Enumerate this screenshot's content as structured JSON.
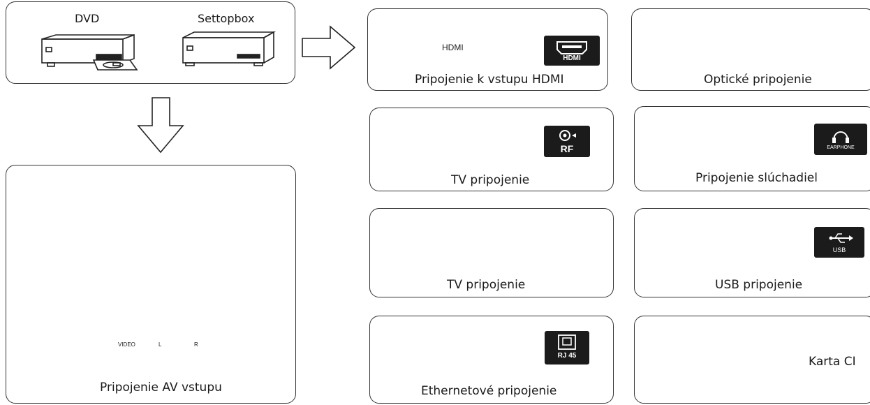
{
  "source_devices": {
    "dvd_label": "DVD",
    "settopbox_label": "Settopbox"
  },
  "panels": {
    "hdmi": {
      "caption": "Pripojenie k vstupu HDMI",
      "cable_text": "HDMI",
      "badge_text": "HDMI"
    },
    "optical": {
      "caption": "Optické pripojenie"
    },
    "tv_rf": {
      "caption": "TV pripojenie",
      "badge_text": "RF"
    },
    "headphones": {
      "caption": "Pripojenie slúchadiel",
      "badge_text": "EARPHONE"
    },
    "tv_antenna": {
      "caption": "TV pripojenie"
    },
    "usb": {
      "caption": "USB pripojenie",
      "badge_text": "USB"
    },
    "ethernet": {
      "caption": "Ethernetové pripojenie",
      "badge_text": "RJ 45"
    },
    "ci": {
      "caption": "Karta CI"
    },
    "av": {
      "caption": "Pripojenie AV vstupu",
      "input_title": "INPUT",
      "port_video": "VIDEO",
      "port_l": "L",
      "port_r": "R"
    }
  }
}
